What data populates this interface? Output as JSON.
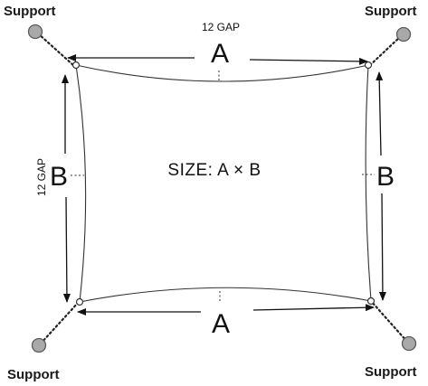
{
  "labels": {
    "support_top_left": "Support",
    "support_top_right": "Support",
    "support_bottom_left": "Support",
    "support_bottom_right": "Support",
    "dim_top": "A",
    "dim_bottom": "A",
    "dim_left": "B",
    "dim_right": "B",
    "gap_top": "12 GAP",
    "gap_left": "12 GAP",
    "size": "SIZE: A × B"
  },
  "colors": {
    "post_fill": "#a9a9a9",
    "line": "#111111"
  }
}
